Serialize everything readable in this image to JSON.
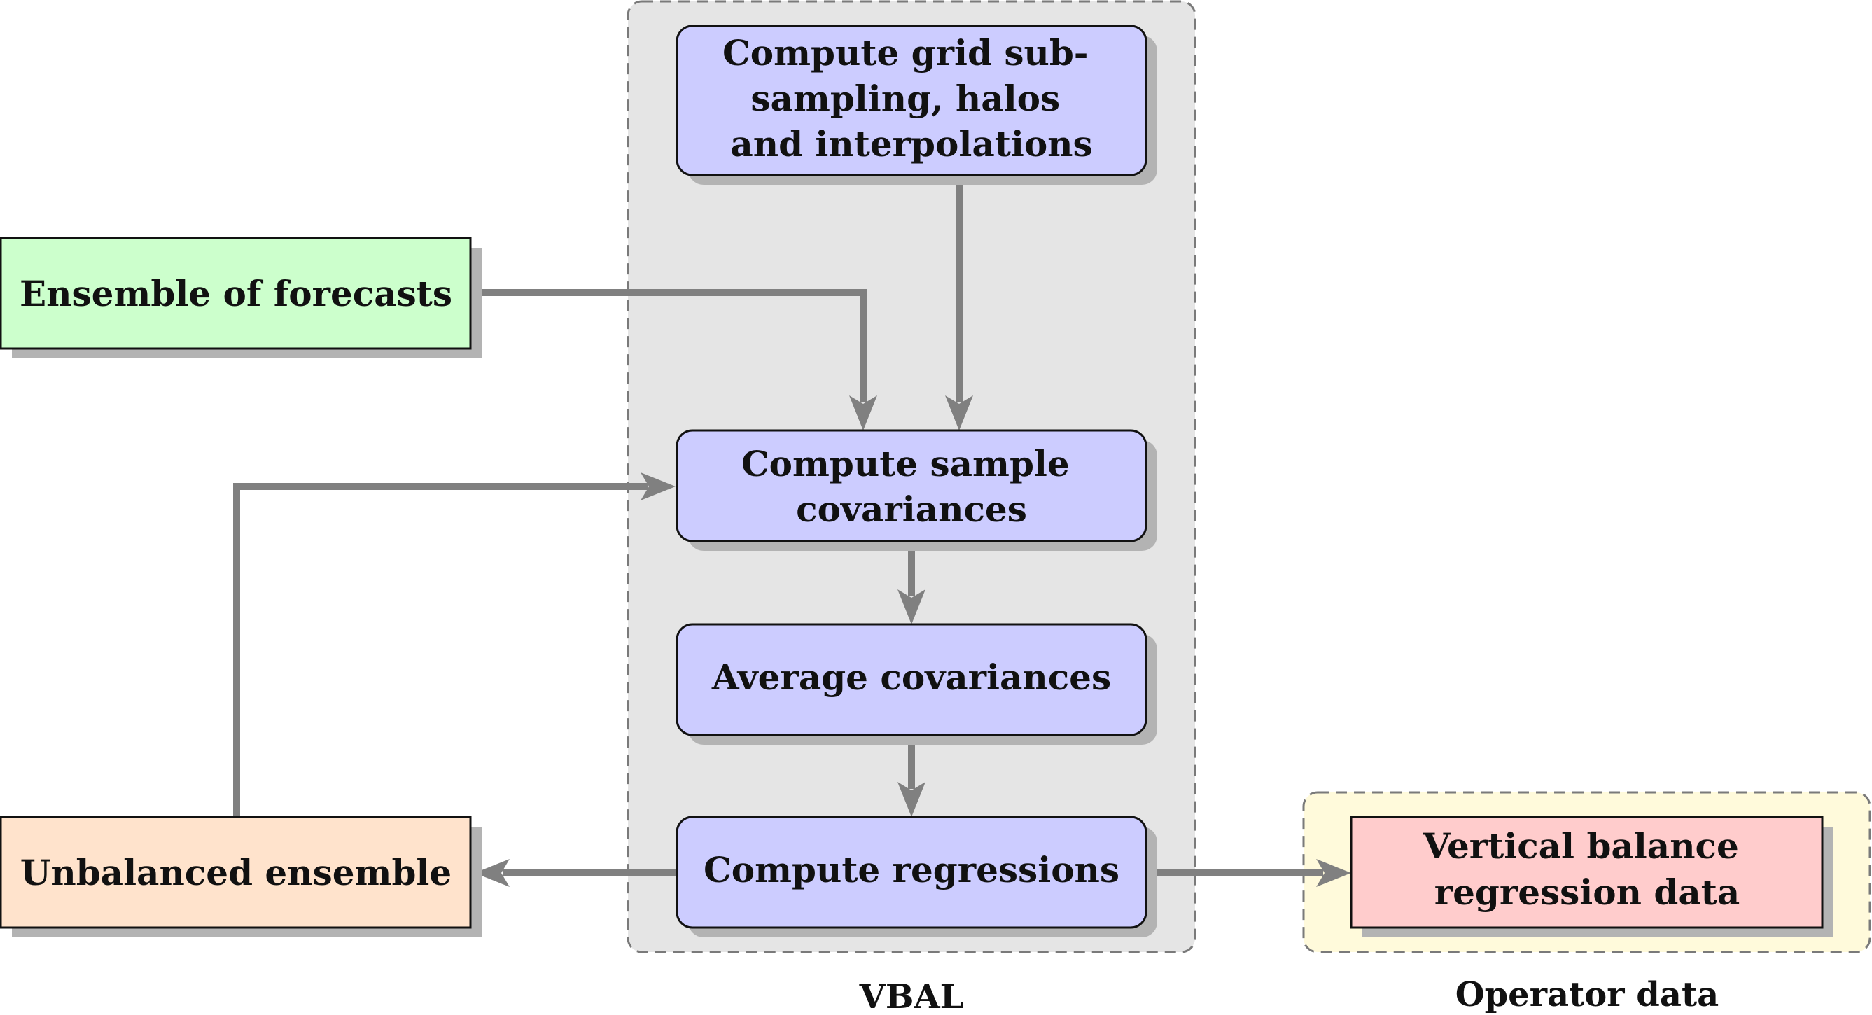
{
  "groups": {
    "vbal": {
      "label": "VBAL"
    },
    "operator": {
      "label": "Operator data"
    }
  },
  "nodes": {
    "grid": {
      "lines": [
        "Compute grid sub-",
        "sampling, halos",
        "and interpolations"
      ]
    },
    "sample_cov": {
      "lines": [
        "Compute sample",
        "covariances"
      ]
    },
    "avg_cov": {
      "lines": [
        "Average covariances"
      ]
    },
    "regressions": {
      "lines": [
        "Compute regressions"
      ]
    },
    "ensemble": {
      "lines": [
        "Ensemble of forecasts"
      ]
    },
    "unbalanced": {
      "lines": [
        "Unbalanced ensemble"
      ]
    },
    "vertical": {
      "lines": [
        "Vertical balance",
        "regression data"
      ]
    }
  },
  "colors": {
    "process_fill": "#ccccff",
    "ensemble_fill": "#ccffcc",
    "unbalanced_fill": "#ffe3cc",
    "output_fill": "#ffcccc",
    "vbal_group_fill": "#e5e5e5",
    "operator_group_fill": "#fffadb",
    "edge": "#808080",
    "shadow": "#b3b3b3"
  }
}
